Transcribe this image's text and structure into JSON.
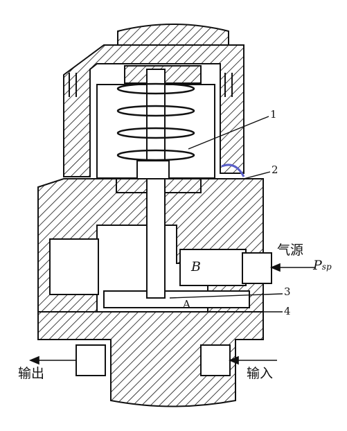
{
  "labels": {
    "part_1": "1",
    "part_2": "2",
    "part_3": "3",
    "part_4": "4",
    "chamber_b": "B",
    "chamber_a": "A",
    "air_source": "气源",
    "supply_pressure_symbol": "P",
    "supply_pressure_subscript": "sp",
    "output": "输出",
    "input": "输入"
  },
  "colors": {
    "line": "#111111",
    "accent": "#5a5fc8",
    "background": "#ffffff"
  }
}
